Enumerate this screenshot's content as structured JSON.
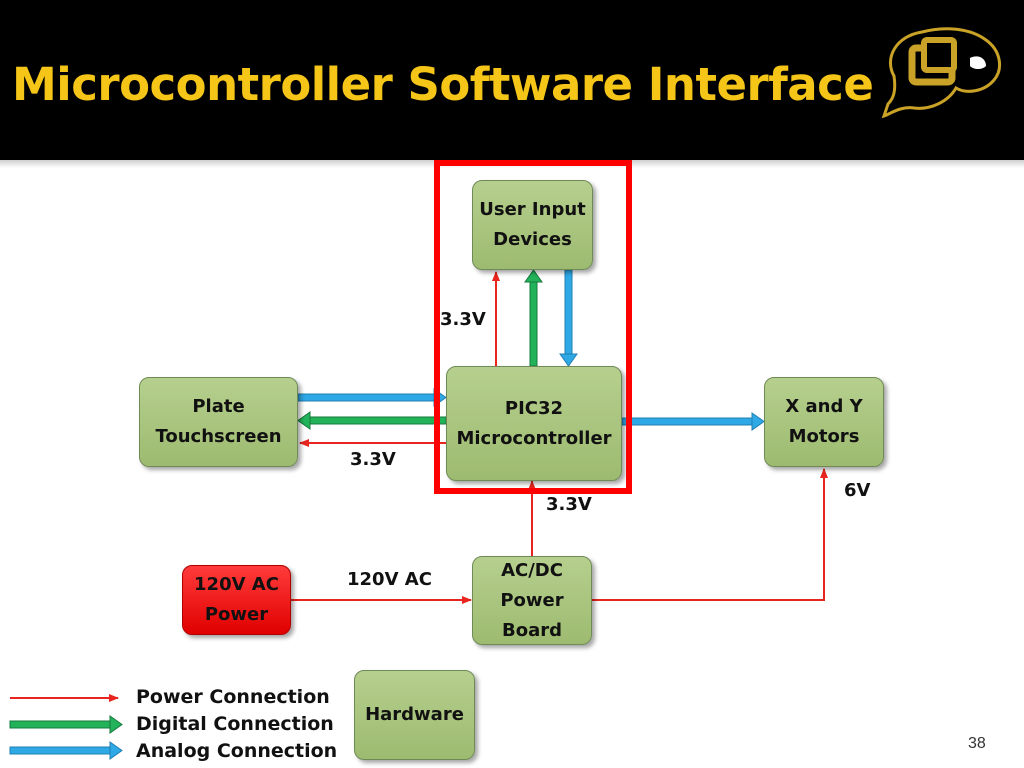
{
  "slide": {
    "title": "Microcontroller Software Interface",
    "page_number": "38"
  },
  "nodes": {
    "user_input": {
      "line1": "User Input",
      "line2": "Devices"
    },
    "pic32": {
      "line1": "PIC32",
      "line2": "Microcontroller"
    },
    "plate": {
      "line1": "Plate",
      "line2": "Touchscreen"
    },
    "motors": {
      "line1": "X and Y",
      "line2": "Motors"
    },
    "ac_power": {
      "line1": "120V AC",
      "line2": "Power"
    },
    "power_board": {
      "line1": "AC/DC",
      "line2": "Power",
      "line3": "Board"
    },
    "hardware": {
      "label": "Hardware"
    }
  },
  "edge_labels": {
    "user_input_power": "3.3V",
    "touchscreen_power": "3.3V",
    "pic32_power": "3.3V",
    "motors_power": "6V",
    "ac_input": "120V AC"
  },
  "legend": [
    {
      "label": "Power Connection",
      "color": "#e8251f",
      "icon": "thin-red-arrow"
    },
    {
      "label": "Digital Connection",
      "color": "#22b35a",
      "icon": "green-block-arrow"
    },
    {
      "label": "Analog Connection",
      "color": "#2fa8e6",
      "icon": "blue-block-arrow"
    }
  ],
  "colors": {
    "title": "#f5c518",
    "header_bg": "#000000",
    "box_fill": "#a9c67e",
    "power_source_fill": "#ff1a1a",
    "highlight": "#ff0000"
  }
}
